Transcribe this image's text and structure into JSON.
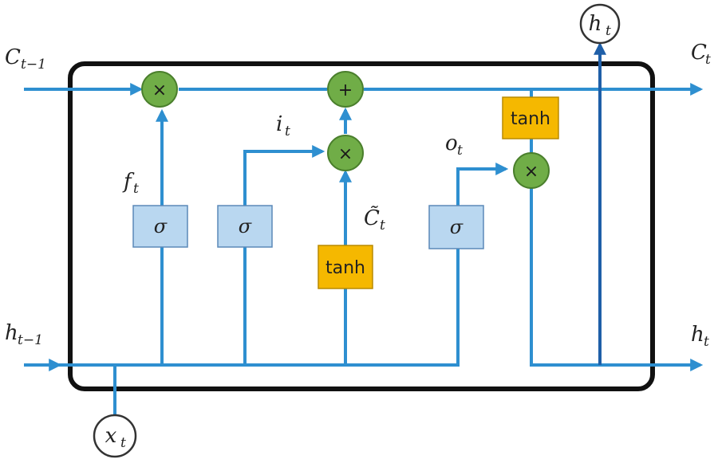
{
  "colors": {
    "wire": "#2e8fd0",
    "wire_dark": "#1f5fa8",
    "sigma_fill": "#b9d7f0",
    "sigma_stroke": "#5b89b8",
    "tanh_fill": "#f5b800",
    "tanh_stroke": "#b98a00",
    "op_fill": "#70ad47",
    "op_stroke": "#4a7f2c",
    "frame": "#111111"
  },
  "labels": {
    "c_prev": {
      "base": "C",
      "sub": "t−1"
    },
    "c_next": {
      "base": "C",
      "sub": "t"
    },
    "h_prev": {
      "base": "h",
      "sub": "t−1"
    },
    "h_next": {
      "base": "h",
      "sub": "t"
    },
    "h_out": {
      "base": "h",
      "sub": "t"
    },
    "x_in": {
      "base": "x",
      "sub": "t"
    },
    "forget": {
      "base": "f",
      "sub": "t"
    },
    "input": {
      "base": "i",
      "sub": "t"
    },
    "candidate": {
      "base": "C̃",
      "sub": "t"
    },
    "output": {
      "base": "o",
      "sub": "t"
    }
  },
  "gates": {
    "sigma_1": "σ",
    "sigma_2": "σ",
    "sigma_3": "σ",
    "tanh_candidate": "tanh",
    "tanh_cell": "tanh"
  },
  "ops": {
    "mult_forget": "×",
    "add_cell": "+",
    "mult_input": "×",
    "mult_output": "×"
  }
}
